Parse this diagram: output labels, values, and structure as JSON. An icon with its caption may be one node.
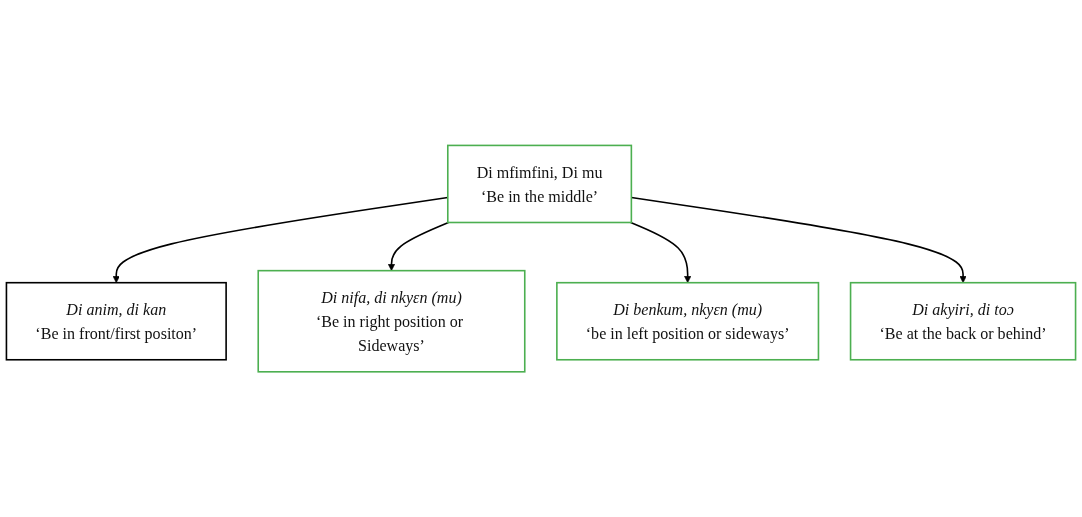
{
  "diagram": {
    "nodes": [
      {
        "text": [
          "Di anim, di kan",
          "‘Be in front/first positon’"
        ]
      },
      {
        "text": [
          "Di nifa, di nkyɛn (mu)",
          "‘Be in right position or Sideways’"
        ]
      },
      {
        "text": [
          "Di mfimfini, Di mu",
          "‘Be in the middle’"
        ]
      },
      {
        "text": [
          "Di benkum, nkyɛn (mu)",
          "‘be in left position or sideways’"
        ]
      },
      {
        "text": [
          "Di akyiri, di toɔ",
          "‘Be at the back or behind’"
        ]
      }
    ],
    "edges": [
      {
        "from": 2,
        "to": 0,
        "arrow": "to"
      },
      {
        "from": 2,
        "to": 1,
        "arrow": "to"
      },
      {
        "from": 2,
        "to": 3,
        "arrow": "to"
      },
      {
        "from": 2,
        "to": 4,
        "arrow": "to"
      }
    ]
  }
}
